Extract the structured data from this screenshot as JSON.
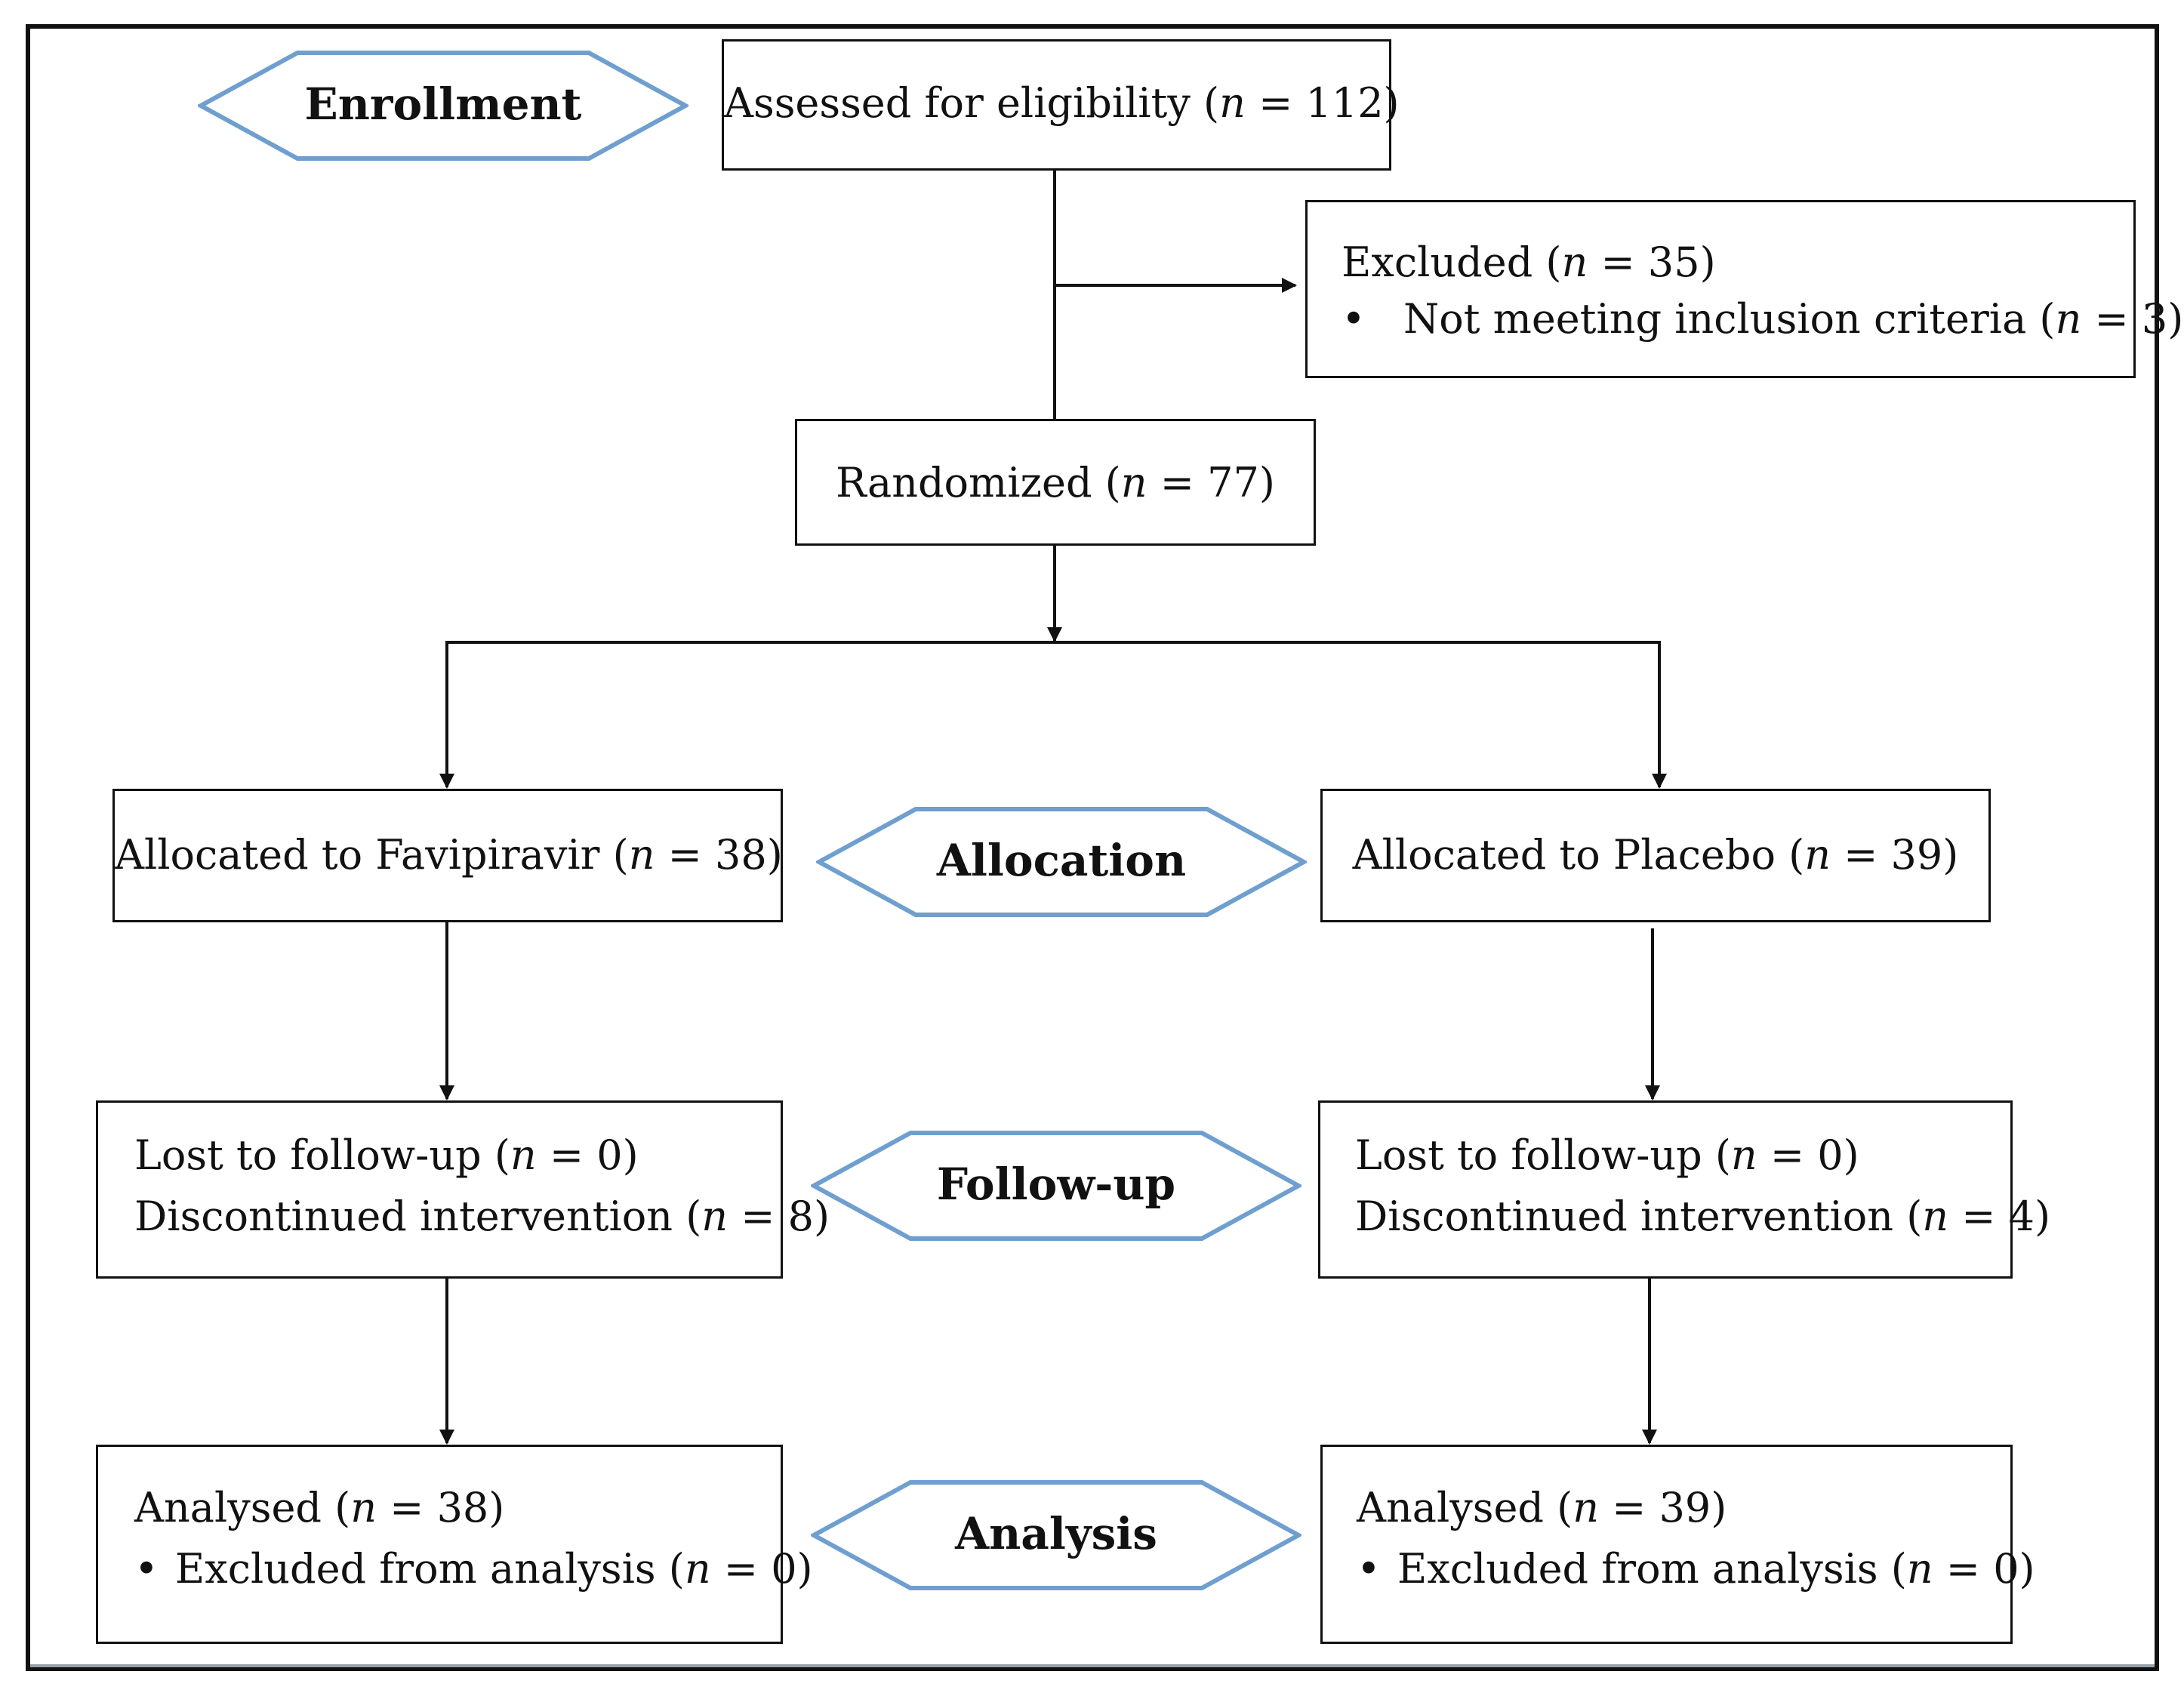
{
  "stages": {
    "enrollment": "Enrollment",
    "allocation": "Allocation",
    "follow_up": "Follow-up",
    "analysis": "Analysis"
  },
  "assessed": {
    "text": "Assessed for eligibility (",
    "n": "n",
    "rest": " = 112)"
  },
  "excluded": {
    "title": {
      "text": "Excluded (",
      "n": "n",
      "rest": " = 35)"
    },
    "bullet": {
      "text": "Not meeting inclusion criteria (",
      "n": "n",
      "rest": " = 3)"
    }
  },
  "randomized": {
    "text": "Randomized (",
    "n": "n",
    "rest": " = 77)"
  },
  "favipiravir": {
    "allocated": {
      "text": "Allocated to Favipiravir (",
      "n": "n",
      "rest": " = 38)"
    },
    "lost": {
      "text": "Lost to follow-up (",
      "n": "n",
      "rest": " = 0)"
    },
    "discontinued": {
      "text": "Discontinued intervention (",
      "n": "n",
      "rest": " = 8)"
    },
    "analysed": {
      "text": "Analysed (",
      "n": "n",
      "rest": " = 38)"
    },
    "excluded_analysis": {
      "text": "Excluded from analysis (",
      "n": "n",
      "rest": " = 0)"
    }
  },
  "placebo": {
    "allocated": {
      "text": "Allocated to Placebo (",
      "n": "n",
      "rest": " = 39)"
    },
    "lost": {
      "text": "Lost to follow-up (",
      "n": "n",
      "rest": " = 0)"
    },
    "discontinued": {
      "text": "Discontinued intervention (",
      "n": "n",
      "rest": " = 4)"
    },
    "analysed": {
      "text": "Analysed (",
      "n": "n",
      "rest": " = 39)"
    },
    "excluded_analysis": {
      "text": "Excluded from analysis (",
      "n": "n",
      "rest": " = 0)"
    }
  },
  "colors": {
    "stage_outline": "#6f9fcf",
    "line": "#111111"
  }
}
